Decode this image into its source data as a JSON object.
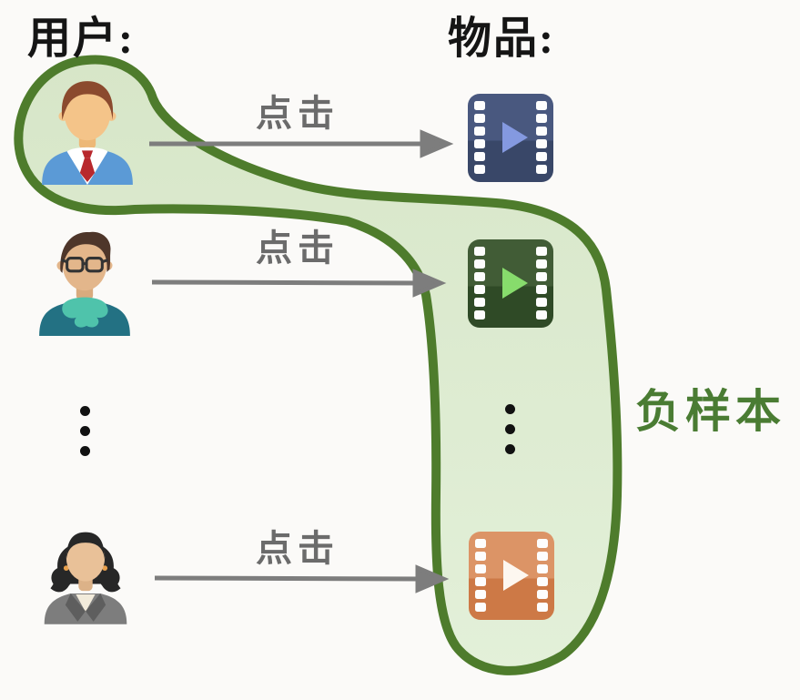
{
  "diagram": {
    "title_users": "用户:",
    "title_items": "物品:",
    "negative_label": "负样本",
    "rows": [
      {
        "action": "点击",
        "user": "man-brown-hair-red-tie",
        "item": "film-reel-blue"
      },
      {
        "action": "点击",
        "user": "man-glasses-teal-scarf",
        "item": "film-reel-green"
      },
      {
        "action": "点击",
        "user": "woman-black-hair-gray-suit",
        "item": "film-reel-orange"
      }
    ],
    "ellipsis_columns": [
      "users-column-vertical-dots",
      "items-column-vertical-dots"
    ],
    "colors": {
      "background": "#fbfaf8",
      "blob_stroke_green": "#4e7c2c",
      "blob_fill_green": "#dde9cd",
      "negative_label_green": "#4a7c33",
      "arrow_gray": "#7d7d7d",
      "click_label_gray": "#6b6b6b",
      "title_black": "#151515",
      "film_blue": "#49587f",
      "film_green": "#415c36",
      "film_orange": "#cd7946"
    }
  }
}
